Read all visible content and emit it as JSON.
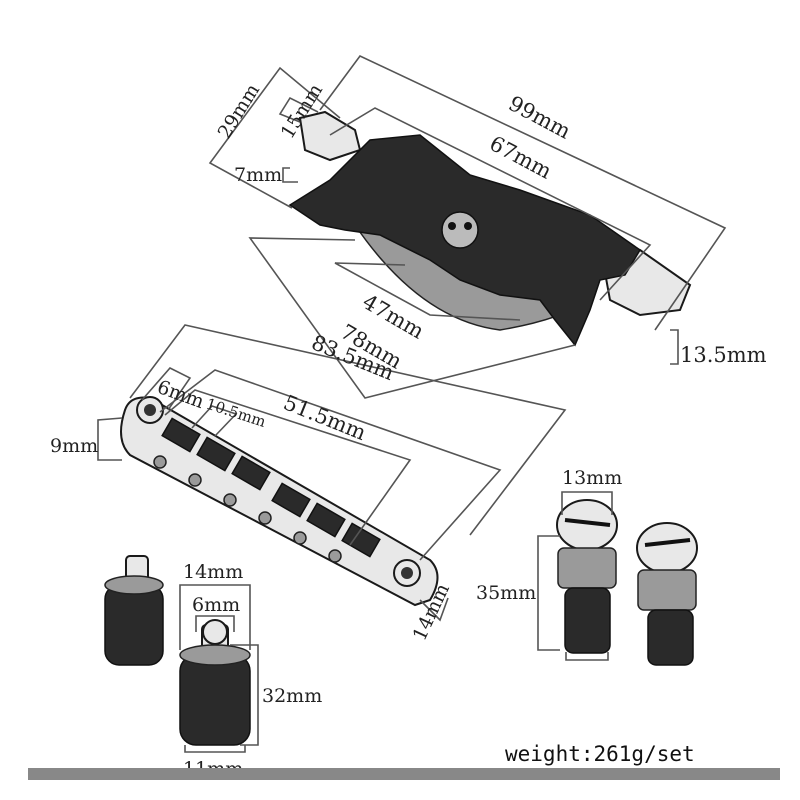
{
  "labels": {
    "tail_height": "29mm",
    "tail_stud_width": "15mm",
    "tail_stud_depth": "7mm",
    "tail_total": "99mm",
    "tail_mid": "67mm",
    "tail_inner": "47mm",
    "tail_side": "13.5mm",
    "bridge_total": "83.5mm",
    "bridge_78": "78mm",
    "bridge_saddle_span": "51.5mm",
    "bridge_hole": "6mm",
    "bridge_saddle": "10.5mm",
    "bridge_height": "9mm",
    "bridge_depth": "14mm",
    "post_top": "14mm",
    "post_pin": "6mm",
    "post_height": "32mm",
    "post_base": "11mm",
    "anchor_width": "13mm",
    "anchor_height": "35mm"
  },
  "footer": {
    "weight": "weight:261g/set"
  },
  "colors": {
    "line": "#555555",
    "metal_dark": "#2a2a2a",
    "baseline": "#888888"
  }
}
